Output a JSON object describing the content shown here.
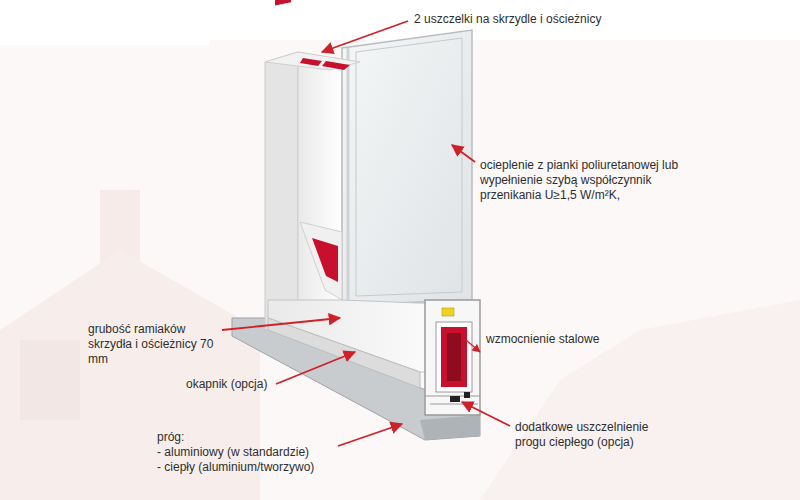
{
  "diagram": {
    "labels": [
      "2 uszczelki na skrzydle i ościeżnicy",
      "ocieplenie z pianki poliuretanowej lub wypełnienie szybą współczynnik przenikania U≥1,5 W/m²K,",
      "grubość ramiaków skrzydła i ościeżnicy 70 mm",
      "wzmocnienie stalowe",
      "okapnik (opcja)",
      "próg:",
      "- aluminiowy (w standardzie)",
      "- ciepły (aluminium/tworzywo)",
      "dodatkowe uszczelnienie progu ciepłego (opcja)"
    ]
  }
}
